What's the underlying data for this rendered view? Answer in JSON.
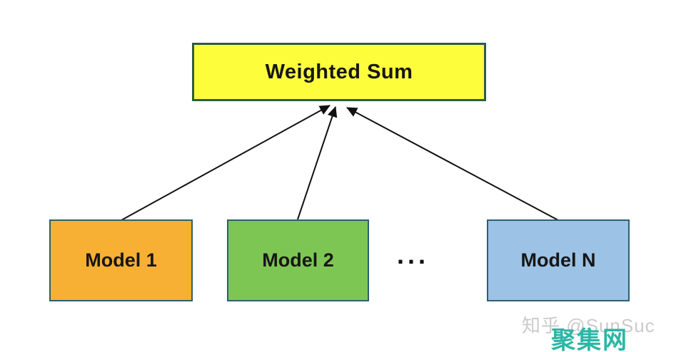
{
  "diagram": {
    "output_box": {
      "label": "Weighted Sum",
      "fill": "#fdfd3c",
      "border": "#2e5b44"
    },
    "model_boxes": [
      {
        "label": "Model 1",
        "fill": "#f7b033",
        "border": "#2d5f70"
      },
      {
        "label": "Model 2",
        "fill": "#7ec654",
        "border": "#2d5f70"
      },
      {
        "label": "Model N",
        "fill": "#9cc3e6",
        "border": "#2d5f70"
      }
    ],
    "ellipsis": "...",
    "arrow_color": "#111111"
  },
  "watermark": {
    "credit_text": "知乎 @SunSuc",
    "credit_color": "#cbcbcb",
    "site_text": "聚集网",
    "site_color": "#2ab7a5"
  }
}
